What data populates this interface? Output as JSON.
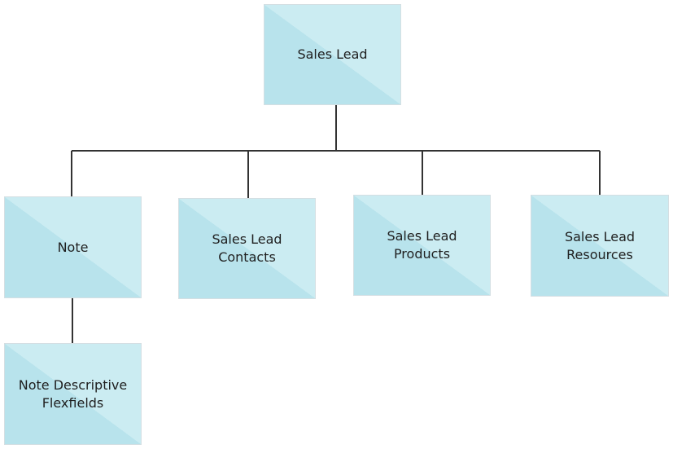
{
  "diagram": {
    "root": {
      "label": "Sales Lead"
    },
    "children": [
      {
        "label": "Note"
      },
      {
        "label": "Sales Lead\nContacts"
      },
      {
        "label": "Sales Lead\nProducts"
      },
      {
        "label": "Sales Lead\nResources"
      }
    ],
    "grandchildren": [
      {
        "label": "Note Descriptive\nFlexfields"
      }
    ],
    "colors": {
      "box_light": "#cbecf2",
      "box_dark": "#b8e3ec",
      "line": "#333333"
    }
  }
}
